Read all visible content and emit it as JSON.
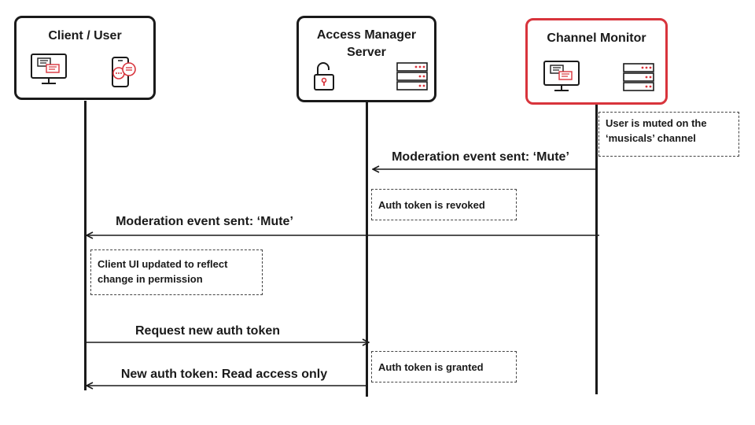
{
  "actors": {
    "client": {
      "title": "Client / User"
    },
    "server": {
      "title_line1": "Access Manager",
      "title_line2": "Server"
    },
    "monitor": {
      "title": "Channel Monitor"
    }
  },
  "notes": {
    "muted": "User is muted on the ‘musicals’ channel",
    "revoked": "Auth token is revoked",
    "ui_updated": "Client UI updated to reflect change in permission",
    "granted": "Auth token is granted"
  },
  "messages": {
    "mod_to_server": "Moderation event sent: ‘Mute’",
    "mod_to_client": "Moderation event sent: ‘Mute’",
    "request_token": "Request new auth token",
    "new_token": "New auth token: Read access only"
  },
  "colors": {
    "accent": "#d8343c",
    "line": "#1a1a1a"
  },
  "icons": [
    "monitor-chat-icon",
    "phone-chat-icon",
    "unlock-icon",
    "server-icon"
  ]
}
